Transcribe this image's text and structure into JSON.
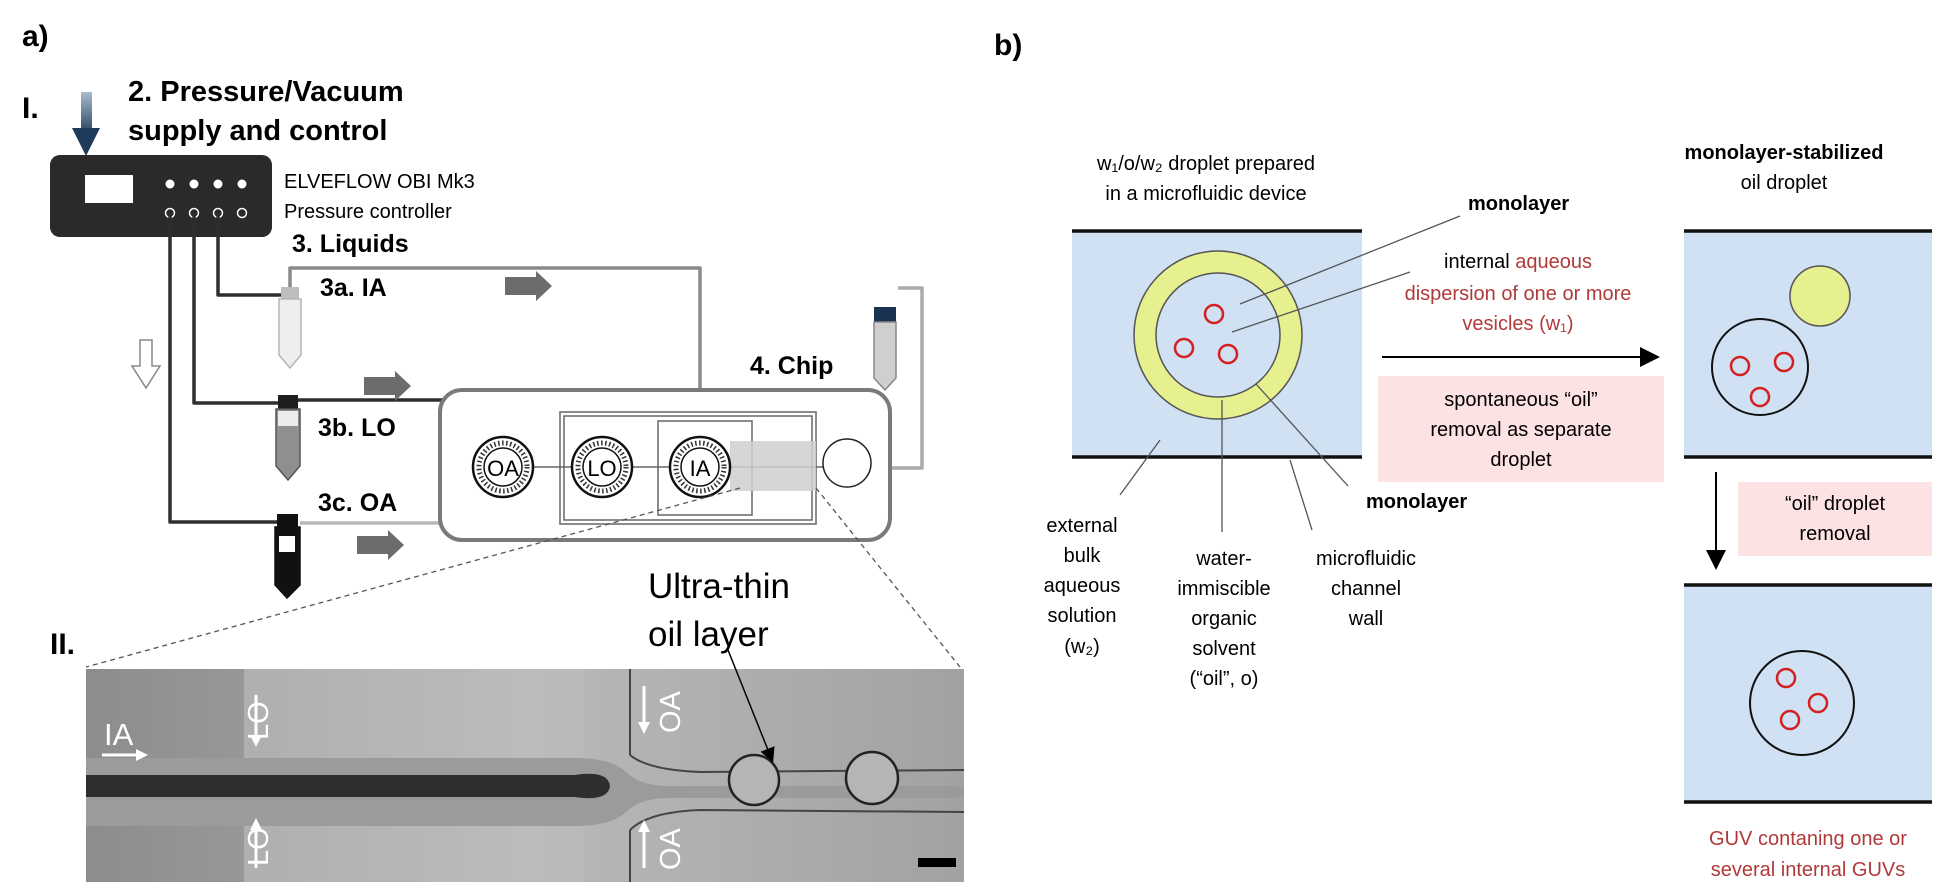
{
  "panel_a": {
    "label": "a)",
    "section_1": "I.",
    "section_2": "II.",
    "pressure_title_1": "2. Pressure/Vacuum",
    "pressure_title_2": "supply and control",
    "controller_name_1": "ELVEFLOW OBI Mk3",
    "controller_name_2": "Pressure controller",
    "liquids_title": "3. Liquids",
    "tube_ia": "3a. IA",
    "tube_lo": "3b. LO",
    "tube_oa": "3c. OA",
    "chip_title": "4. Chip",
    "well_oa": "OA",
    "well_lo": "LO",
    "well_ia": "IA",
    "annotation_1": "Ultra-thin",
    "annotation_2": "oil layer",
    "micro_ia": "IA",
    "micro_lo_top": "LO",
    "micro_lo_bottom": "LO",
    "micro_oa_top": "OA",
    "micro_oa_bottom": "OA"
  },
  "panel_b": {
    "label": "b)",
    "prep_1": "w₁/o/w₂ droplet prepared",
    "prep_2": "in a microfluidic device",
    "monolayer_top": "monolayer",
    "internal_1_plain": "internal ",
    "internal_1_red": "aqueous",
    "internal_2": "dispersion of one or more",
    "internal_3": "vesicles (w₁)",
    "monolayer_bottom": "monolayer",
    "stab_bold": "monolayer-stabilized",
    "stab_2": "oil droplet",
    "spont_1": "spontaneous “oil”",
    "spont_2": "removal as separate",
    "spont_3": "droplet",
    "oil_removal_1": "“oil” droplet",
    "oil_removal_2": "removal",
    "ext_1": "external",
    "ext_2": "bulk",
    "ext_3": "aqueous",
    "ext_4": "solution",
    "ext_5": "(w₂)",
    "water_1": "water-",
    "water_2": "immiscible",
    "water_3": "organic",
    "water_4": "solvent",
    "water_5": "(“oil”, o)",
    "wall_1": "microfluidic",
    "wall_2": "channel",
    "wall_3": "wall",
    "guv_1": "GUV contaning one or",
    "guv_2": "several internal GUVs"
  },
  "colors": {
    "channel_blue": "#cfe1f3",
    "oil_yellow": "#e6f08e",
    "pink_box": "#fde2e4",
    "red_text": "#b03a3a",
    "vesicle_red": "#d42020"
  }
}
